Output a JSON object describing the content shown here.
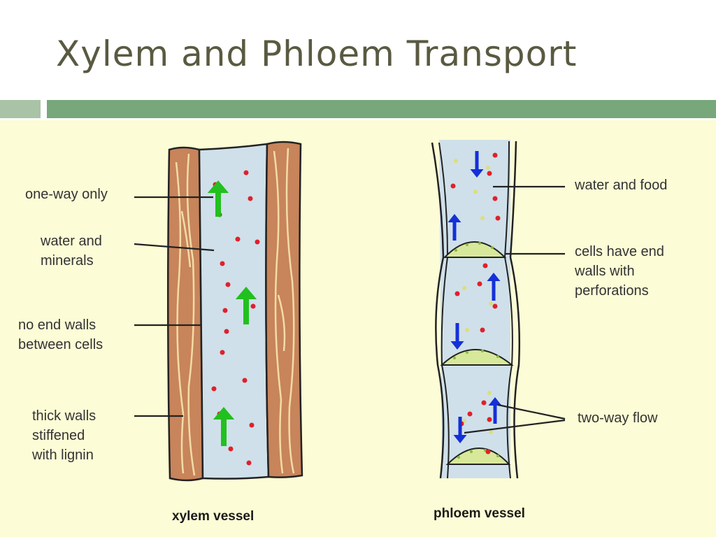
{
  "slide": {
    "title": "Xylem and Phloem Transport"
  },
  "diagram": {
    "xylem": {
      "caption": "xylem vessel",
      "labels": {
        "one_way": "one-way only",
        "water_minerals": "water and\nminerals",
        "no_end_walls": "no end walls\nbetween cells",
        "thick_walls": "thick walls\nstiffened\nwith lignin"
      }
    },
    "phloem": {
      "caption": "phloem vessel",
      "labels": {
        "water_food": "water and food",
        "end_walls": "cells have end\nwalls with\nperforations",
        "two_way": "two-way flow"
      }
    },
    "colors": {
      "panel_bg": "#fcfcd6",
      "wall_brown": "#c8845a",
      "lumen_blue": "#cfe0ea",
      "arrow_green": "#22c01e",
      "arrow_blue": "#1430d8",
      "particle_red": "#e0202a",
      "sieve_plate": "#d8e89a"
    },
    "icons": {
      "flow_up_xylem": "green-up-arrow",
      "flow_phloem": "blue-arrow"
    }
  }
}
